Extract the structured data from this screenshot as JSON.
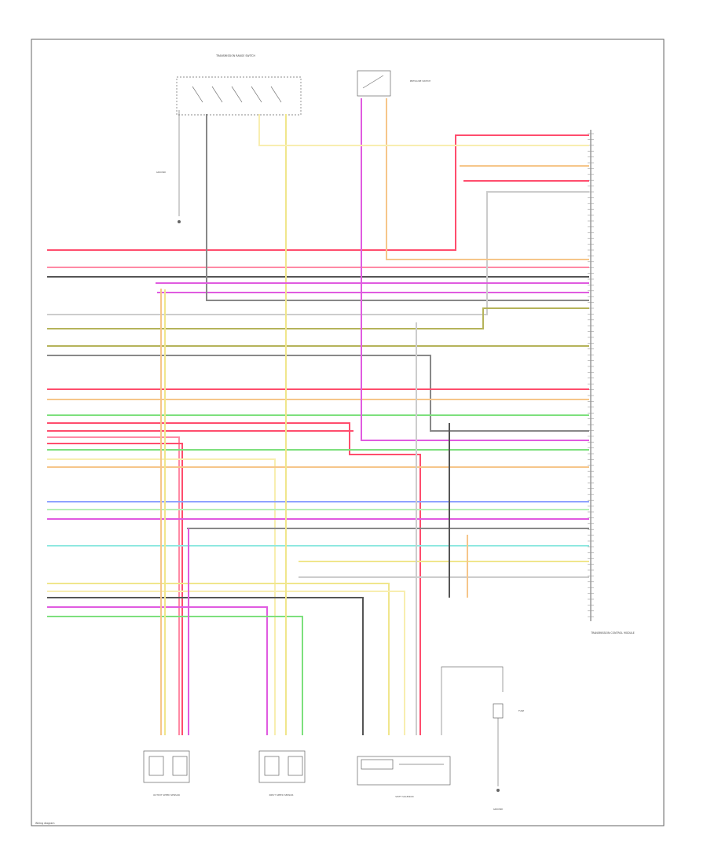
{
  "footer_code": "Wiring diagram",
  "colors": {
    "red": "#ff4d6d",
    "pink": "#ff8aa5",
    "magenta": "#e05be0",
    "yellow": "#f0e68c",
    "lt_yellow": "#f8eeb0",
    "olive": "#b5b35a",
    "orange": "#f6c68a",
    "green": "#7de07d",
    "lt_green": "#b5f0b5",
    "blue": "#8fa3ff",
    "cyan": "#8fe8e0",
    "gray": "#888888",
    "lt_gray": "#cccccc",
    "dark_gray": "#555555"
  },
  "components": {
    "tcm": "TRANSMISSION CONTROL MODULE",
    "range_switch": "TRANSMISSION RANGE SWITCH",
    "pressure_switch": "PRESSURE SWITCH",
    "vss_output": "OUTPUT SPEED SENSOR",
    "vss_input": "INPUT SPEED SENSOR",
    "shift_solenoid": "SHIFT SOLENOID",
    "ground": "GROUND",
    "fuse": "FUSE"
  }
}
